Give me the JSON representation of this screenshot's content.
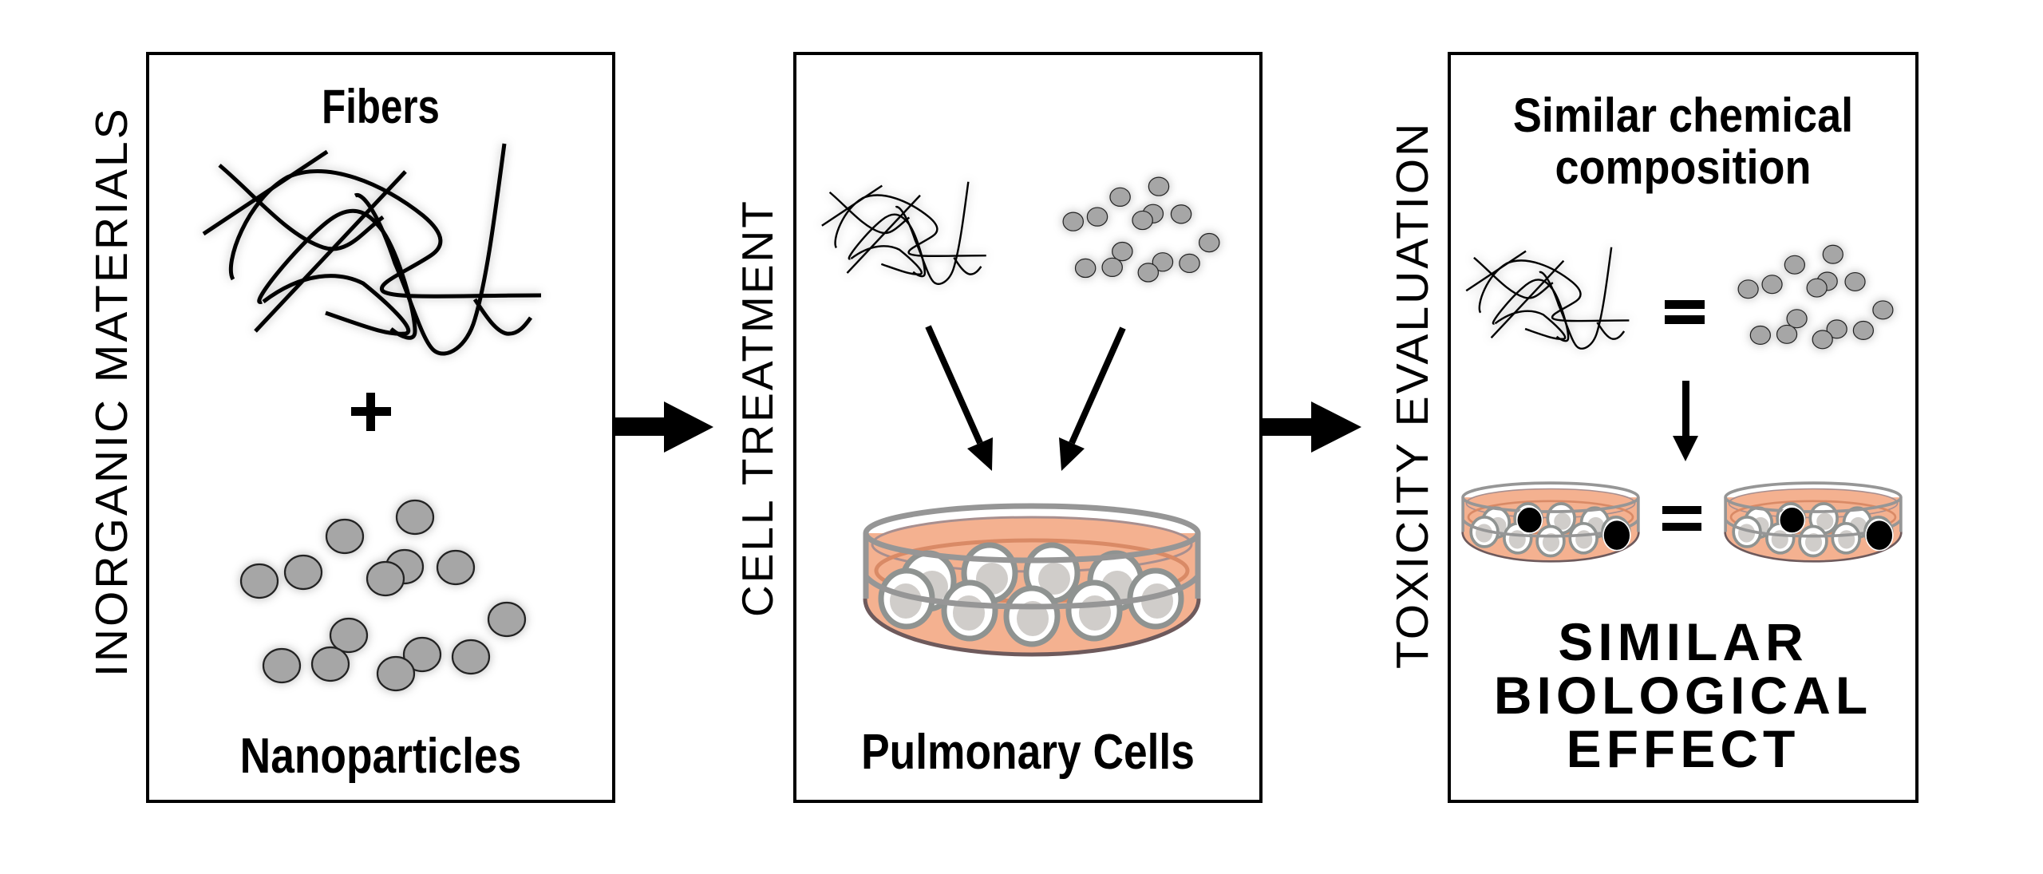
{
  "figure": {
    "type": "workflow-schematic",
    "stages": [
      {
        "id": "inorganic-materials",
        "side_label": "INORGANIC MATERIALS",
        "top_label": "Fibers",
        "joiner": "+",
        "bottom_label": "Nanoparticles"
      },
      {
        "id": "cell-treatment",
        "side_label": "CELL TREATMENT",
        "bottom_label": "Pulmonary Cells"
      },
      {
        "id": "toxicity-evaluation",
        "side_label": "TOXICITY EVALUATION",
        "top_label_line1": "Similar chemical",
        "top_label_line2": "composition",
        "equals": "=",
        "result_lines": [
          "SIMILAR",
          "BIOLOGICAL",
          "EFFECT"
        ]
      }
    ],
    "connectors": [
      "stage-1-to-stage-2",
      "stage-2-to-stage-3"
    ],
    "colors": {
      "particle_fill": "#a6a6a6",
      "particle_stroke": "#222222",
      "fiber_stroke": "#000000",
      "culture_medium": "#f4b190",
      "medium_edge": "#d98a66",
      "dish_rim": "#969696",
      "cell_outline": "#8f9391",
      "cell_nucleus": "#d0cdca",
      "damaged_cell": "#000000"
    }
  }
}
